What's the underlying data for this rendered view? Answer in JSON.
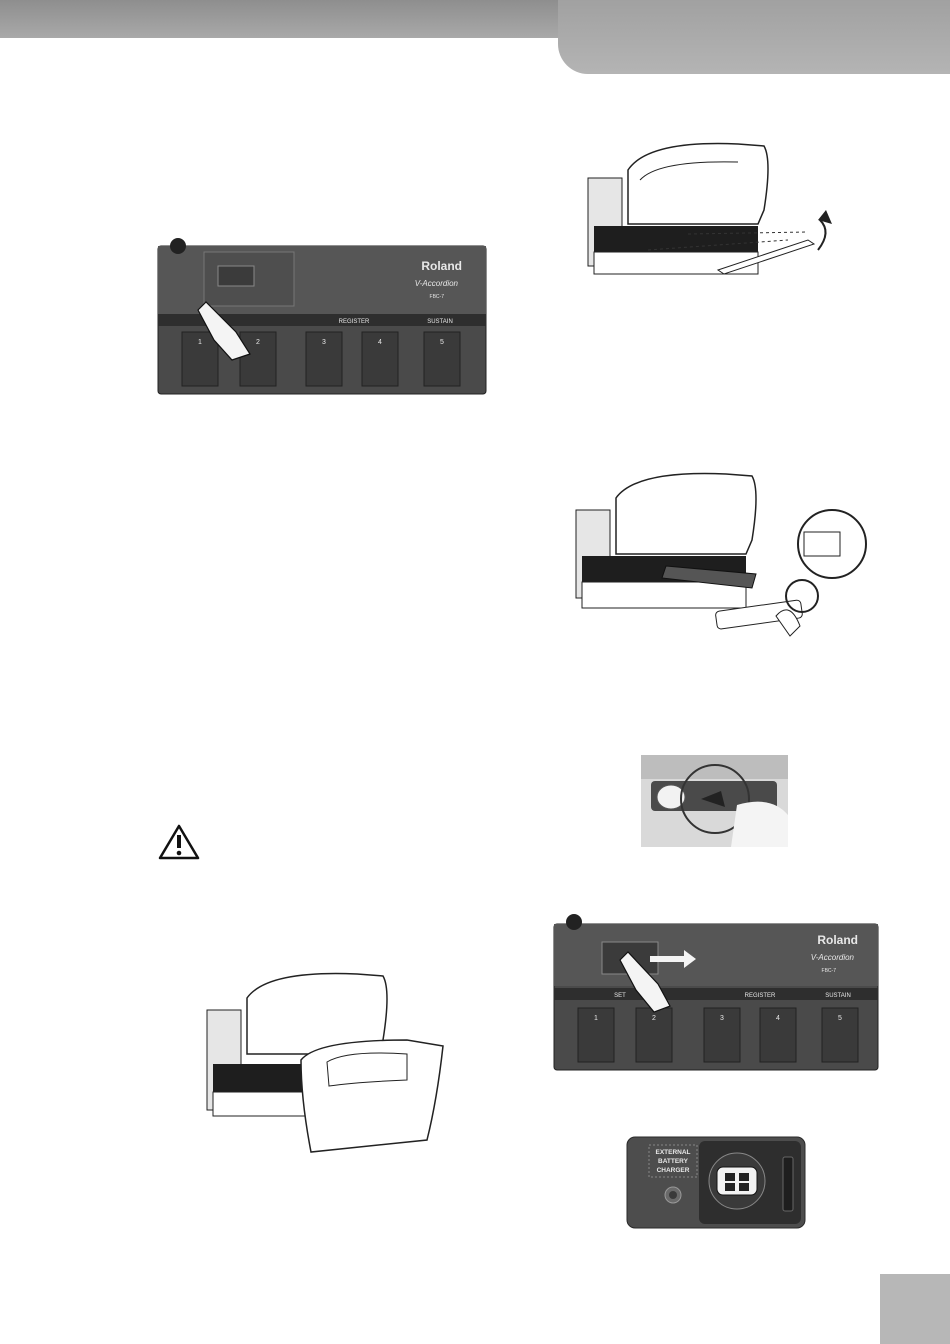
{
  "panel_labels": {
    "brand": "Roland",
    "model_script": "V-Accordion",
    "model": "FBC-7",
    "register": "REGISTER",
    "sustain": "SUSTAIN",
    "set": "SET",
    "pedals": [
      "1",
      "2",
      "3",
      "4",
      "5"
    ]
  },
  "battery_panel": {
    "line1": "EXTERNAL",
    "line2": "BATTERY",
    "line3": "CHARGER"
  },
  "icons": {
    "warning": "warning-triangle-icon"
  }
}
